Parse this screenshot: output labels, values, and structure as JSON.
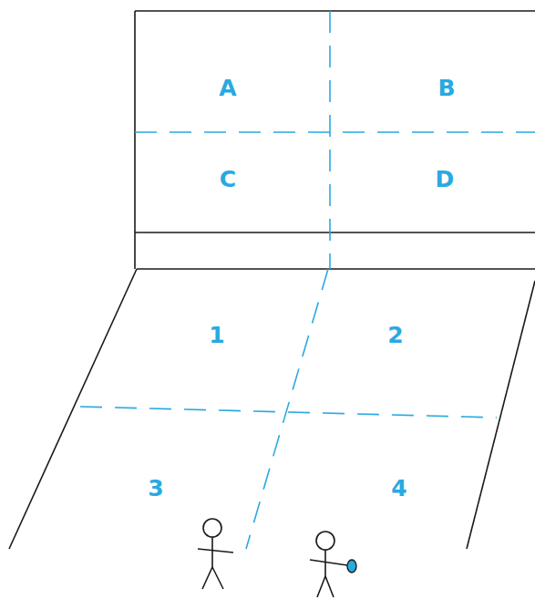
{
  "diagram": {
    "labels": [
      "A",
      "B",
      "C",
      "D",
      "1",
      "2",
      "3",
      "4"
    ]
  }
}
